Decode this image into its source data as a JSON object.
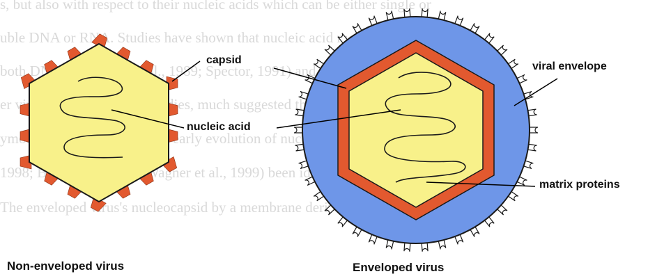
{
  "colors": {
    "capsid": "#e2592f",
    "nucleocapsid_fill": "#f8f18a",
    "envelope": "#6e96e8",
    "outline": "#1a1a1a",
    "leader": "#000000",
    "background_text": "#d9d9d9"
  },
  "labels": {
    "capsid": "capsid",
    "nucleic_acid": "nucleic acid",
    "viral_envelope": "viral envelope",
    "matrix_proteins": "matrix proteins"
  },
  "captions": {
    "non_enveloped": "Non-enveloped virus",
    "enveloped": "Enveloped virus"
  },
  "background_lines": [
    "s, but also with respect to their nucleic acids which can be either single or",
    "uble DNA or RNA.  Studies have shown that nucleic acid modifications occur",
    "both DNA (Sambrook et al., 1989; Spector, 1991) and RNA",
    "er viral, 1999)  With such studies, much suggested that nucleic acids are in",
    "ymodel of lineage during the early evolution of nucleic acid metabolism (Brow",
    "1998; Baird et al., 1999; Wagner et al., 1999) been identified nucleic",
    "The enveloped virus's nucleocapsid by a membrane derived from the host"
  ]
}
